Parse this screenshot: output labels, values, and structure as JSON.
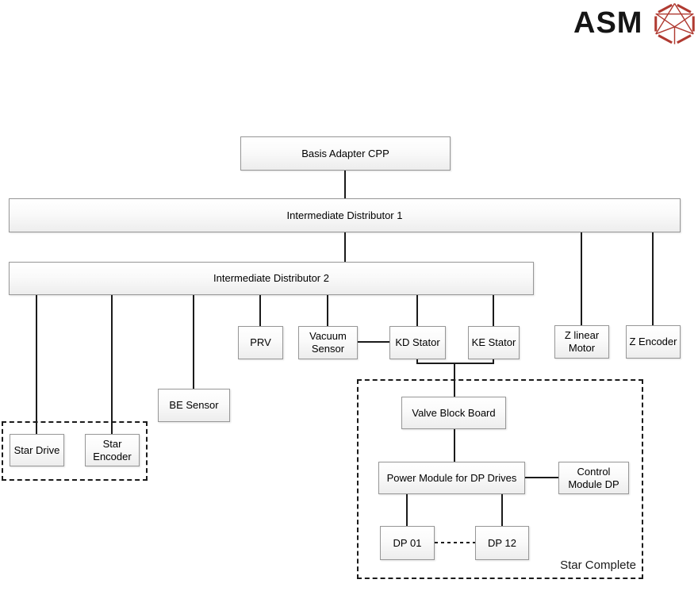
{
  "logo": {
    "text": "ASM",
    "icon": "asm-polyhedron-icon",
    "icon_color": "#b03a31",
    "text_color": "#151515"
  },
  "diagram": {
    "nodes": [
      {
        "id": "basis",
        "label": "Basis Adapter CPP"
      },
      {
        "id": "id1",
        "label": "Intermediate Distributor 1"
      },
      {
        "id": "id2",
        "label": "Intermediate Distributor 2"
      },
      {
        "id": "prv",
        "label": "PRV"
      },
      {
        "id": "vacuum",
        "label": "Vacuum Sensor"
      },
      {
        "id": "kd",
        "label": "KD Stator"
      },
      {
        "id": "ke",
        "label": "KE Stator"
      },
      {
        "id": "zmotor",
        "label": "Z linear Motor"
      },
      {
        "id": "zencoder",
        "label": "Z Encoder"
      },
      {
        "id": "besensor",
        "label": "BE Sensor"
      },
      {
        "id": "stardrive",
        "label": "Star Drive"
      },
      {
        "id": "starencoder",
        "label": "Star Encoder"
      },
      {
        "id": "valve",
        "label": "Valve Block Board"
      },
      {
        "id": "power",
        "label": "Power Module for DP Drives"
      },
      {
        "id": "control",
        "label": "Control Module DP"
      },
      {
        "id": "dp01",
        "label": "DP 01"
      },
      {
        "id": "dp12",
        "label": "DP 12"
      }
    ],
    "groups": [
      {
        "id": "star-units",
        "label": "",
        "members": [
          "Star Drive",
          "Star Encoder"
        ]
      },
      {
        "id": "star-complete",
        "label": "Star Complete",
        "members": [
          "Valve Block Board",
          "Power Module for DP Drives",
          "Control Module DP",
          "DP 01",
          "DP 12"
        ]
      }
    ],
    "connections": [
      {
        "from": "Basis Adapter CPP",
        "to": "Intermediate Distributor 1"
      },
      {
        "from": "Intermediate Distributor 1",
        "to": "Intermediate Distributor 2"
      },
      {
        "from": "Intermediate Distributor 1",
        "to": "Z linear Motor"
      },
      {
        "from": "Intermediate Distributor 1",
        "to": "Z Encoder"
      },
      {
        "from": "Intermediate Distributor 2",
        "to": "Star Drive"
      },
      {
        "from": "Intermediate Distributor 2",
        "to": "Star Encoder"
      },
      {
        "from": "Intermediate Distributor 2",
        "to": "BE Sensor"
      },
      {
        "from": "Intermediate Distributor 2",
        "to": "PRV"
      },
      {
        "from": "Intermediate Distributor 2",
        "to": "Vacuum Sensor"
      },
      {
        "from": "Intermediate Distributor 2",
        "to": "KD Stator"
      },
      {
        "from": "Intermediate Distributor 2",
        "to": "KE Stator"
      },
      {
        "from": "Vacuum Sensor",
        "to": "KD Stator"
      },
      {
        "from": "KD Stator + KE Stator",
        "to": "Valve Block Board"
      },
      {
        "from": "Valve Block Board",
        "to": "Power Module for DP Drives"
      },
      {
        "from": "Power Module for DP Drives",
        "to": "Control Module DP"
      },
      {
        "from": "Power Module for DP Drives",
        "to": "DP 01"
      },
      {
        "from": "Power Module for DP Drives",
        "to": "DP 12"
      },
      {
        "from": "DP 01",
        "to": "DP 12",
        "style": "dotted"
      }
    ],
    "line_color": "#1b1b1b",
    "node_border_color": "#979797"
  }
}
